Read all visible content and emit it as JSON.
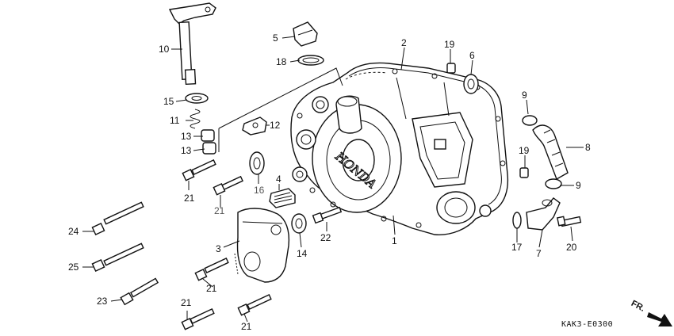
{
  "diagram": {
    "drawing_code": "KAK3-E0300",
    "direction_indicator": "FR.",
    "cover_emblem": "HONDA",
    "callouts": [
      {
        "id": "c1",
        "label": "1"
      },
      {
        "id": "c2",
        "label": "2"
      },
      {
        "id": "c3",
        "label": "3"
      },
      {
        "id": "c4",
        "label": "4"
      },
      {
        "id": "c5",
        "label": "5"
      },
      {
        "id": "c6",
        "label": "6"
      },
      {
        "id": "c7",
        "label": "7"
      },
      {
        "id": "c8",
        "label": "8"
      },
      {
        "id": "c9a",
        "label": "9"
      },
      {
        "id": "c9b",
        "label": "9"
      },
      {
        "id": "c10",
        "label": "10"
      },
      {
        "id": "c11",
        "label": "11"
      },
      {
        "id": "c12",
        "label": "12"
      },
      {
        "id": "c13a",
        "label": "13"
      },
      {
        "id": "c13b",
        "label": "13"
      },
      {
        "id": "c14",
        "label": "14"
      },
      {
        "id": "c15",
        "label": "15"
      },
      {
        "id": "c16",
        "label": "16"
      },
      {
        "id": "c17",
        "label": "17"
      },
      {
        "id": "c18",
        "label": "18"
      },
      {
        "id": "c19a",
        "label": "19"
      },
      {
        "id": "c19b",
        "label": "19"
      },
      {
        "id": "c20",
        "label": "20"
      },
      {
        "id": "c21a",
        "label": "21"
      },
      {
        "id": "c21b",
        "label": "21"
      },
      {
        "id": "c21c",
        "label": "21"
      },
      {
        "id": "c21d",
        "label": "21"
      },
      {
        "id": "c21e",
        "label": "21"
      },
      {
        "id": "c22",
        "label": "22"
      },
      {
        "id": "c23",
        "label": "23"
      },
      {
        "id": "c24",
        "label": "24"
      },
      {
        "id": "c25",
        "label": "25"
      }
    ]
  }
}
